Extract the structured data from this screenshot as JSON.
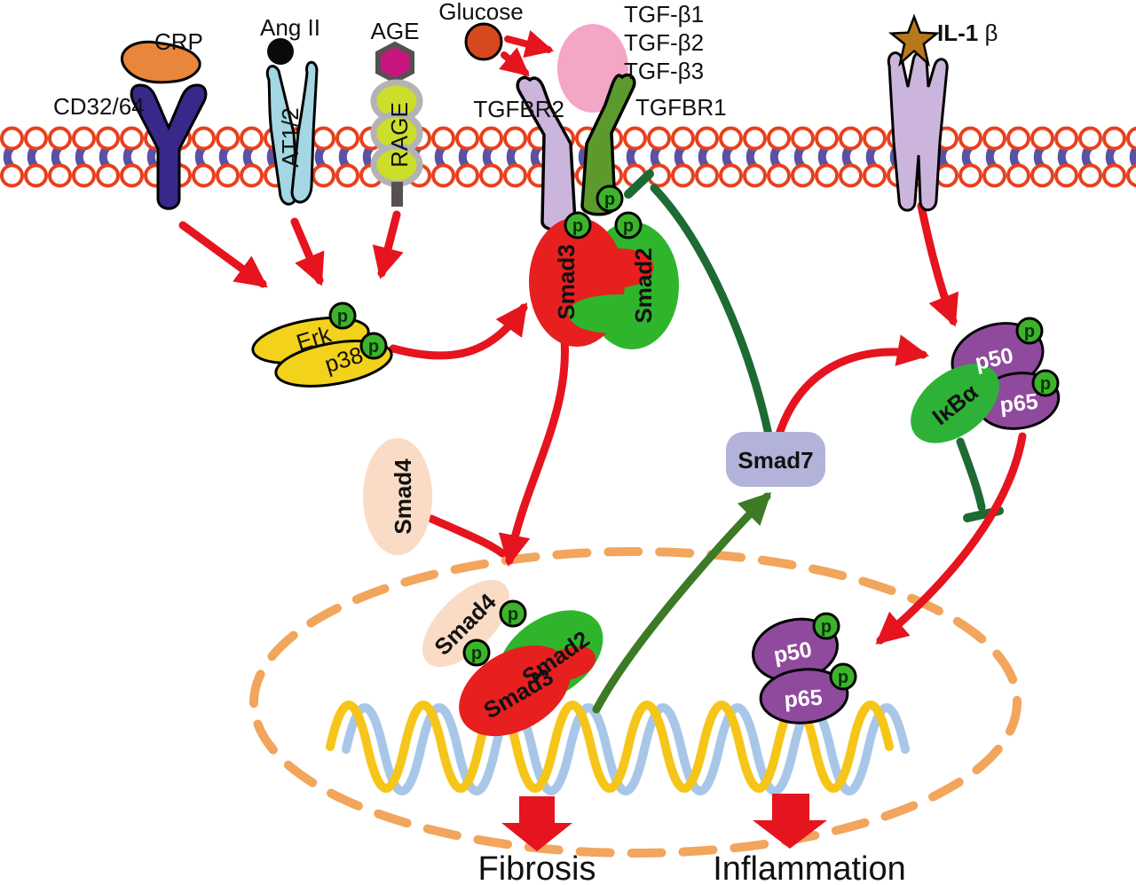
{
  "figure": {
    "type": "signaling-pathway-diagram",
    "outputs": [
      "Fibrosis",
      "Inflammation"
    ]
  },
  "labels": {
    "crp": "CRP",
    "cd32": "CD32/64",
    "angii": "Ang II",
    "at12": "AT1/2",
    "age": "AGE",
    "rage": "RAGE",
    "glucose": "Glucose",
    "tgfb1": "TGF-β1",
    "tgfb2": "TGF-β2",
    "tgfb3": "TGF-β3",
    "tgfbr2": "TGFBR2",
    "tgfbr1": "TGFBR1",
    "il1": "IL-1",
    "il1_beta": " β",
    "erk": "Erk",
    "p38": "p38",
    "smad2": "Smad2",
    "smad3": "Smad3",
    "smad4": "Smad4",
    "smad7": "Smad7",
    "ikba": "IκBα",
    "p50": "p50",
    "p65": "p65",
    "fibrosis": "Fibrosis",
    "inflammation": "Inflammation"
  },
  "glyphs": {
    "p": "p"
  },
  "palette": {
    "membrane_ring": "#e8401d",
    "membrane_bar": "#5a51a5",
    "red_arrow": "#e5141e",
    "green_arrow": "#3c7a26",
    "dark_green": "#1d6a33",
    "crp": "#e8863b",
    "cd32_receptor": "#38288a",
    "at12_receptor": "#a4d6e3",
    "age": "#c8157f",
    "rage": "#ccdd2b",
    "glucose": "#d8481f",
    "tgf_ligand": "#f4a6c6",
    "tgfbr2": "#ccb5dc",
    "tgfbr1": "#5c9a2e",
    "il1_star": "#b5791c",
    "il1_receptor": "#ccb5dc",
    "erk_p38": "#f2d21b",
    "phospho": "#3db32b",
    "smad3": "#e71f1f",
    "smad2": "#2eb52c",
    "smad4": "#fadcc6",
    "smad7_box": "#b3b3d9",
    "nfkb_purple": "#8f4a9d",
    "ikba_green": "#2db237",
    "nucleus_dash": "#f2a55c",
    "dna_yellow": "#f6c51a",
    "dna_blue": "#a8c7e8"
  }
}
